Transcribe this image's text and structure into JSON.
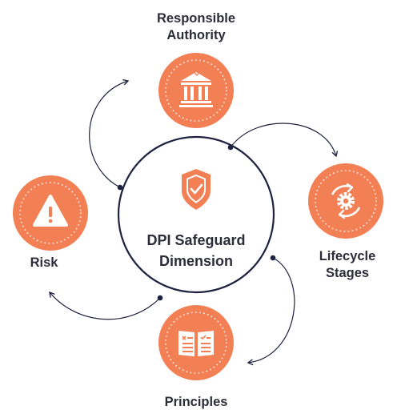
{
  "colors": {
    "accent": "#F37F55",
    "ring": "#1F2240",
    "arrow": "#1F2240",
    "text": "#2D2D3A"
  },
  "center": {
    "line1": "DPI Safeguard",
    "line2": "Dimension",
    "icon": "shield-check-icon"
  },
  "nodes": {
    "authority": {
      "line1": "Responsible",
      "line2": "Authority",
      "icon": "bank-building-icon"
    },
    "lifecycle": {
      "line1": "Lifecycle",
      "line2": "Stages",
      "icon": "gear-cycle-icon"
    },
    "principles": {
      "line1": "Principles",
      "icon": "open-book-checklist-icon"
    },
    "risk": {
      "line1": "Risk",
      "icon": "warning-triangle-icon"
    }
  }
}
